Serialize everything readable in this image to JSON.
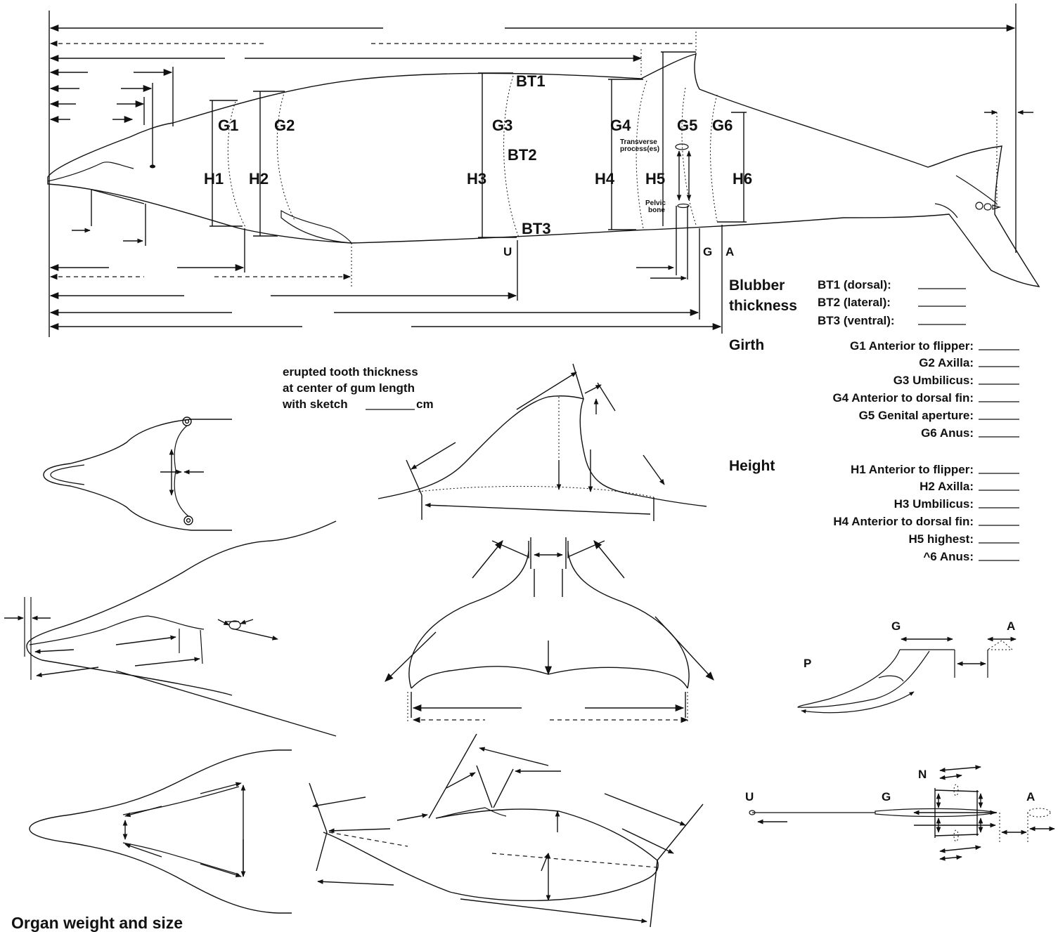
{
  "body_labels": {
    "bt1": "BT1",
    "bt2": "BT2",
    "bt3": "BT3",
    "g1": "G1",
    "g2": "G2",
    "g3": "G3",
    "g4": "G4",
    "g5": "G5",
    "g6": "G6",
    "h1": "H1",
    "h2": "H2",
    "h3": "H3",
    "h4": "H4",
    "h5": "H5",
    "h6": "H6",
    "transverse_process": [
      "Transverse",
      "process(es)"
    ],
    "pelvic_bone": [
      "Pelvic",
      "bone"
    ],
    "u": "U",
    "g": "G",
    "a": "A"
  },
  "blubber": {
    "heading": [
      "Blubber",
      "thickness"
    ],
    "items": [
      "BT1 (dorsal):",
      "BT2 (lateral):",
      "BT3 (ventral):"
    ]
  },
  "girth": {
    "heading": "Girth",
    "items": [
      "G1 Anterior to flipper:",
      "G2 Axilla:",
      "G3 Umbilicus:",
      "G4 Anterior to dorsal fin:",
      "G5 Genital aperture:",
      "G6 Anus:"
    ]
  },
  "height": {
    "heading": "Height",
    "items": [
      "H1 Anterior to flipper:",
      "H2 Axilla:",
      "H3 Umbilicus:",
      "H4 Anterior to dorsal fin:",
      "H5 highest:",
      "^6 Anus:"
    ]
  },
  "tooth_note": [
    "erupted tooth thickness",
    "at center of gum length",
    "with sketch",
    "cm"
  ],
  "genital_labels": {
    "g": "G",
    "a": "A",
    "p": "P"
  },
  "ventral_labels": {
    "u": "U",
    "g": "G",
    "n": "N",
    "a": "A"
  },
  "footer_heading": "Organ weight and size"
}
